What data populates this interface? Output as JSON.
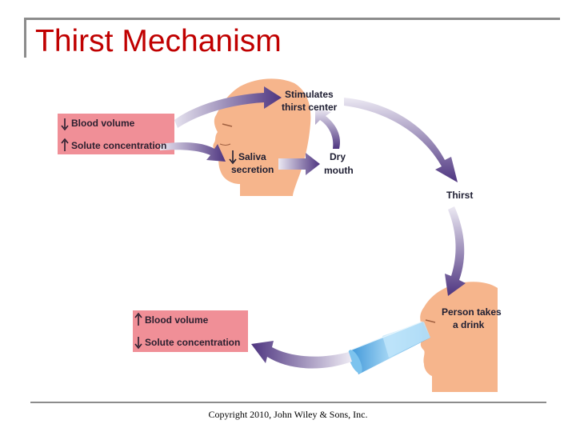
{
  "slide": {
    "title": "Thirst Mechanism",
    "copyright": "Copyright 2010, John Wiley & Sons, Inc."
  },
  "diagram": {
    "box_top": {
      "item1": {
        "arrow": "down",
        "text": "Blood volume"
      },
      "item2": {
        "arrow": "up",
        "text": "Solute concentration"
      }
    },
    "box_bottom": {
      "item1": {
        "arrow": "up",
        "text": "Blood volume"
      },
      "item2": {
        "arrow": "down",
        "text": "Solute concentration"
      }
    },
    "stimulates": {
      "line1": "Stimulates",
      "line2": "thirst center"
    },
    "saliva": {
      "arrow": "down",
      "line1": "Saliva",
      "line2": "secretion"
    },
    "dry_mouth": {
      "line1": "Dry",
      "line2": "mouth"
    },
    "thirst": "Thirst",
    "person_drinks": {
      "line1": "Person takes",
      "line2": "a drink"
    }
  },
  "colors": {
    "title": "#c00000",
    "skin": "#f6b58c",
    "box_fill": "#f08f97",
    "arrow_dark": "#5a3f86",
    "arrow_light": "#e6e3ef"
  }
}
